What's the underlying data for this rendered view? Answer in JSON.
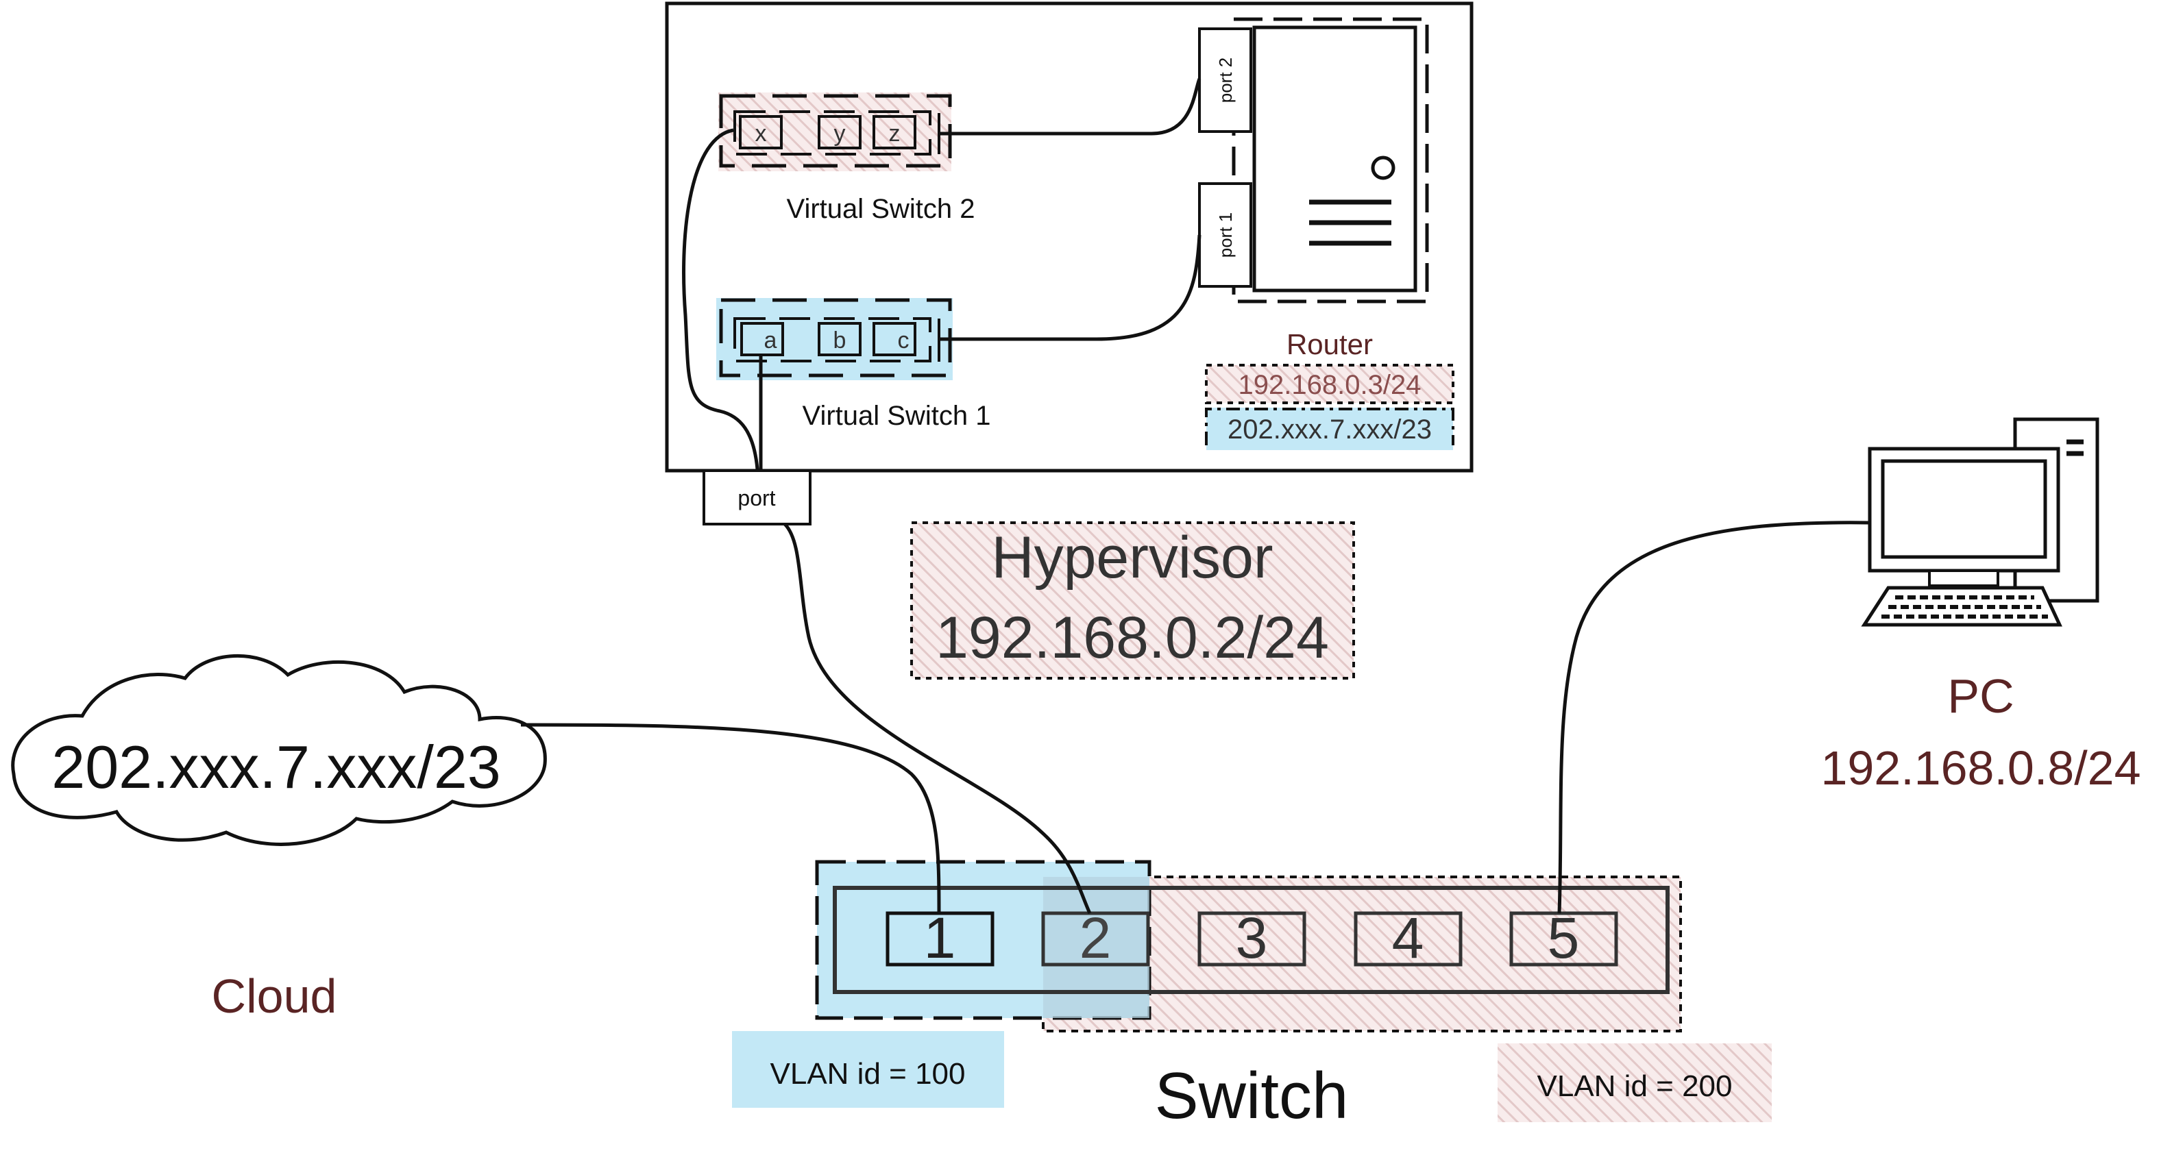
{
  "colors": {
    "vlan100": "#c3e8f6",
    "vlan200_hatch": "#e3c8c8",
    "accent_text": "#5a2424",
    "stroke": "#111111"
  },
  "hypervisor": {
    "title": "Hypervisor",
    "ip": "192.168.0.2/24",
    "port_label": "port",
    "vswitch2": {
      "label": "Virtual Switch 2",
      "ports": [
        "x",
        "y",
        "z"
      ]
    },
    "vswitch1": {
      "label": "Virtual Switch 1",
      "ports": [
        "a",
        "b",
        "c"
      ]
    },
    "router": {
      "label": "Router",
      "port1": "port 1",
      "port2": "port 2",
      "ip_lan": "192.168.0.3/24",
      "ip_wan": "202.xxx.7.xxx/23"
    }
  },
  "cloud": {
    "ip": "202.xxx.7.xxx/23",
    "label": "Cloud"
  },
  "pc": {
    "label": "PC",
    "ip": "192.168.0.8/24"
  },
  "switch": {
    "label": "Switch",
    "ports": [
      "1",
      "2",
      "3",
      "4",
      "5"
    ],
    "vlan100_label": "VLAN id = 100",
    "vlan200_label": "VLAN id = 200"
  }
}
